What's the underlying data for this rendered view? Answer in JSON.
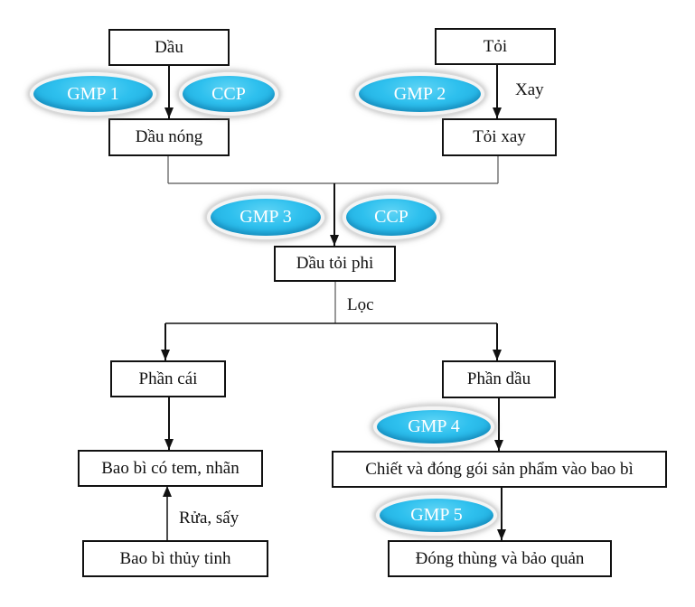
{
  "diagram": {
    "title": "",
    "nodes": {
      "dau": "Dầu",
      "dau_nong": "Dầu nóng",
      "toi": "Tỏi",
      "toi_xay": "Tỏi xay",
      "dau_toi_phi": "Dầu tỏi phi",
      "phan_cai": "Phần cái",
      "phan_dau": "Phần dầu",
      "bao_bi_co_tem": "Bao bì có tem, nhãn",
      "bao_bi_thuy_tinh": "Bao bì thủy tinh",
      "chiet_dong_goi": "Chiết và đóng gói sản phẩm vào bao bì",
      "dong_thung": "Đóng thùng và bảo quản"
    },
    "badges": {
      "gmp1": "GMP 1",
      "ccp1": "CCP",
      "gmp2": "GMP 2",
      "gmp3": "GMP 3",
      "ccp2": "CCP",
      "gmp4": "GMP 4",
      "gmp5": "GMP 5"
    },
    "edge_labels": {
      "xay": "Xay",
      "loc": "Lọc",
      "rua_say": "Rửa, sấy"
    },
    "badge_color": "#2ec0ee",
    "line_color": "#111111"
  }
}
